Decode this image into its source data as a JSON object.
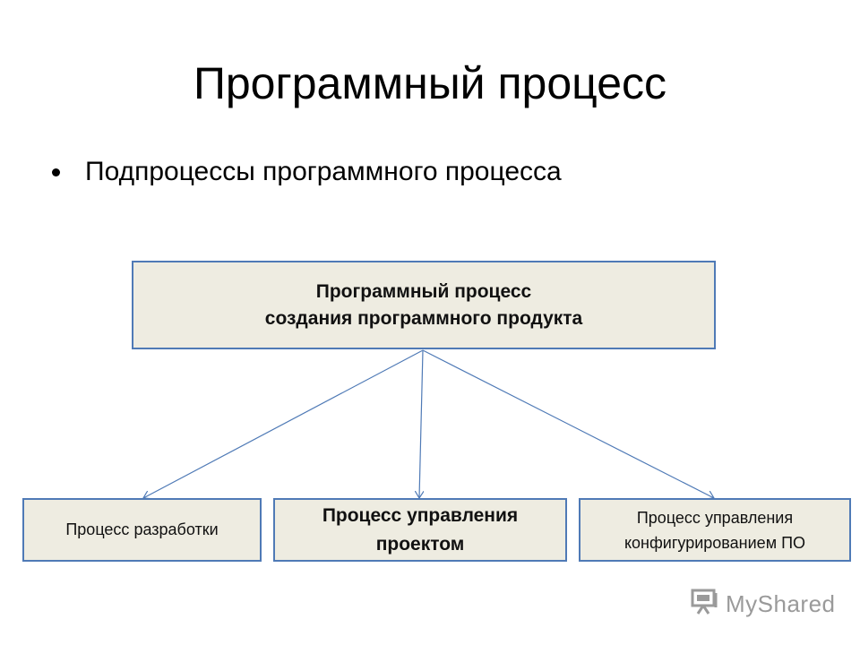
{
  "slide": {
    "title": "Программный процесс",
    "bullet": "Подпроцессы программного процесса"
  },
  "diagram": {
    "root": {
      "line1": "Программный процесс",
      "line2": "создания программного продукта"
    },
    "children": [
      {
        "label": "Процесс разработки"
      },
      {
        "line1": "Процесс управления",
        "line2": "проектом"
      },
      {
        "line1": "Процесс управления",
        "line2": "конфигурированием ПО"
      }
    ],
    "line_color": "#4f7ab6",
    "box_fill": "#eeece1"
  },
  "watermark": {
    "text": "MyShared",
    "icon": "presentation-icon"
  }
}
